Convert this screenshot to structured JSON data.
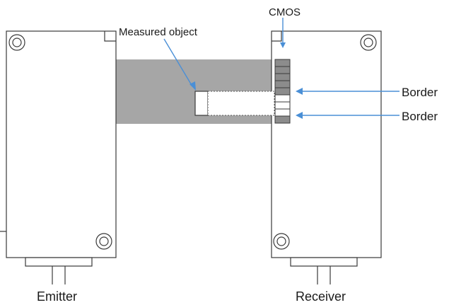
{
  "diagram": {
    "labels": {
      "cmos": "CMOS",
      "measured_object": "Measured object",
      "border_upper": "Border",
      "border_lower": "Border",
      "emitter": "Emitter",
      "receiver": "Receiver"
    },
    "colors": {
      "beam": "#a6a6a6",
      "arrow": "#4a8fd6",
      "outline": "#3a3a3a",
      "cmos_dark": "#8c8c8c",
      "cmos_light": "#ffffff"
    },
    "cmos_cells": [
      "dark",
      "dark",
      "dark",
      "dark",
      "dark",
      "light",
      "light",
      "light",
      "dark"
    ]
  }
}
